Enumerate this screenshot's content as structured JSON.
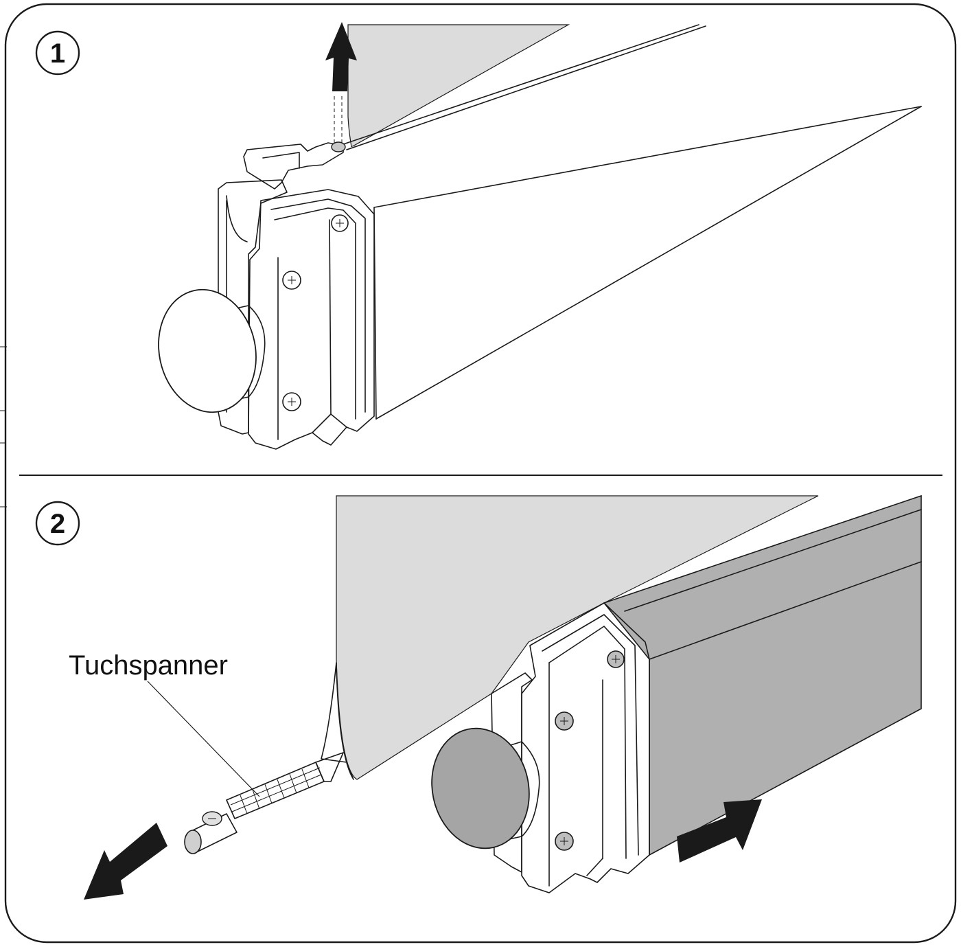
{
  "steps": [
    {
      "number": "1"
    },
    {
      "number": "2"
    }
  ],
  "callout": {
    "label": "Tuchspanner"
  },
  "colors": {
    "fabric": "#dcdcdc",
    "bar_dark": "#b0b0b0",
    "end_cap_dark": "#a6a6a6",
    "line": "#1a1a1a",
    "arrow": "#1a1a1a"
  },
  "icons": [
    "arrow-up-icon",
    "arrow-down-left-icon",
    "arrow-up-right-icon",
    "screw-icon"
  ]
}
